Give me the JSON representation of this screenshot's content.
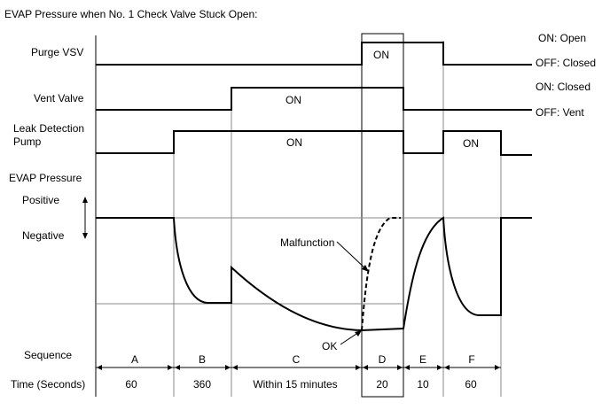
{
  "title": "EVAP Pressure when No. 1 Check Valve Stuck Open:",
  "rows": {
    "purge_vsv": {
      "label": "Purge VSV",
      "on_text": "ON",
      "state_on": "ON: Open",
      "state_off": "OFF: Closed"
    },
    "vent_valve": {
      "label": "Vent Valve",
      "on_text": "ON",
      "state_on": "ON: Closed",
      "state_off": "OFF: Vent"
    },
    "leak_pump": {
      "label_line1": "Leak Detection",
      "label_line2": "Pump",
      "on_text_1": "ON",
      "on_text_2": "ON"
    },
    "evap": {
      "label": "EVAP Pressure",
      "positive": "Positive",
      "negative": "Negative",
      "malfunction": "Malfunction",
      "ok": "OK"
    }
  },
  "sequence_label": "Sequence",
  "time_label": "Time (Seconds)",
  "sequence": [
    {
      "id": "A",
      "time": "60"
    },
    {
      "id": "B",
      "time": "360"
    },
    {
      "id": "C",
      "time": "Within 15 minutes"
    },
    {
      "id": "D",
      "time": "20"
    },
    {
      "id": "E",
      "time": "10"
    },
    {
      "id": "F",
      "time": "60"
    }
  ]
}
